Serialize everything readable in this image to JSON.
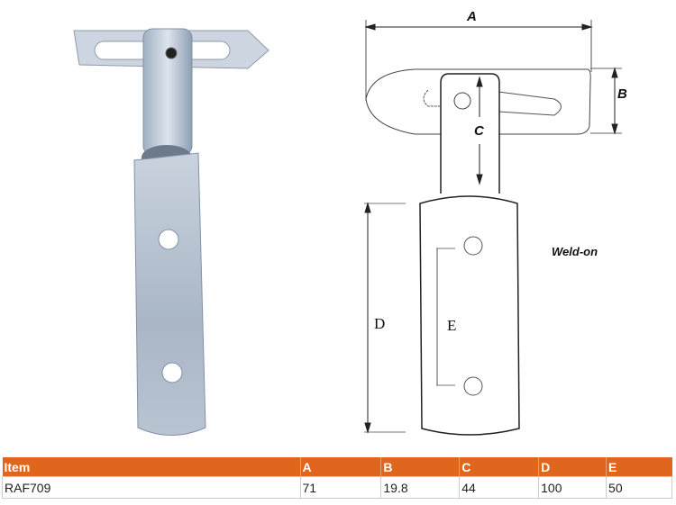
{
  "product_photo": {
    "alt": "Weld-on anti-luce fastener photo"
  },
  "drawing": {
    "labels": {
      "A": "A",
      "B": "B",
      "C": "C",
      "D": "D",
      "E": "E"
    },
    "note": "Weld-on"
  },
  "spec_table": {
    "header_color": "#e0661e",
    "columns": [
      "Item",
      "A",
      "B",
      "C",
      "D",
      "E"
    ],
    "rows": [
      [
        "RAF709",
        "71",
        "19.8",
        "44",
        "100",
        "50"
      ]
    ]
  }
}
